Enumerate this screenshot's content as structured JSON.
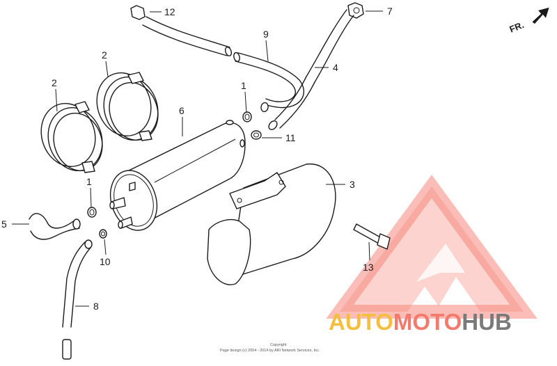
{
  "orientation_label": "FR.",
  "callouts": [
    "1",
    "1",
    "2",
    "2",
    "3",
    "4",
    "5",
    "6",
    "7",
    "8",
    "9",
    "10",
    "11",
    "12",
    "13"
  ],
  "watermark": {
    "part1": "AUTO",
    "part2": "MOTO",
    "part3": "HUB",
    "color1": "#f4bf3f",
    "color2": "#f47a6e",
    "color3": "#7a7a7a"
  },
  "copyright": {
    "line1": "Copyright",
    "line2": "Page design (c) 2004 - 2014 by ARI Network Services, Inc."
  },
  "icons": [
    "arrow-right-icon"
  ]
}
